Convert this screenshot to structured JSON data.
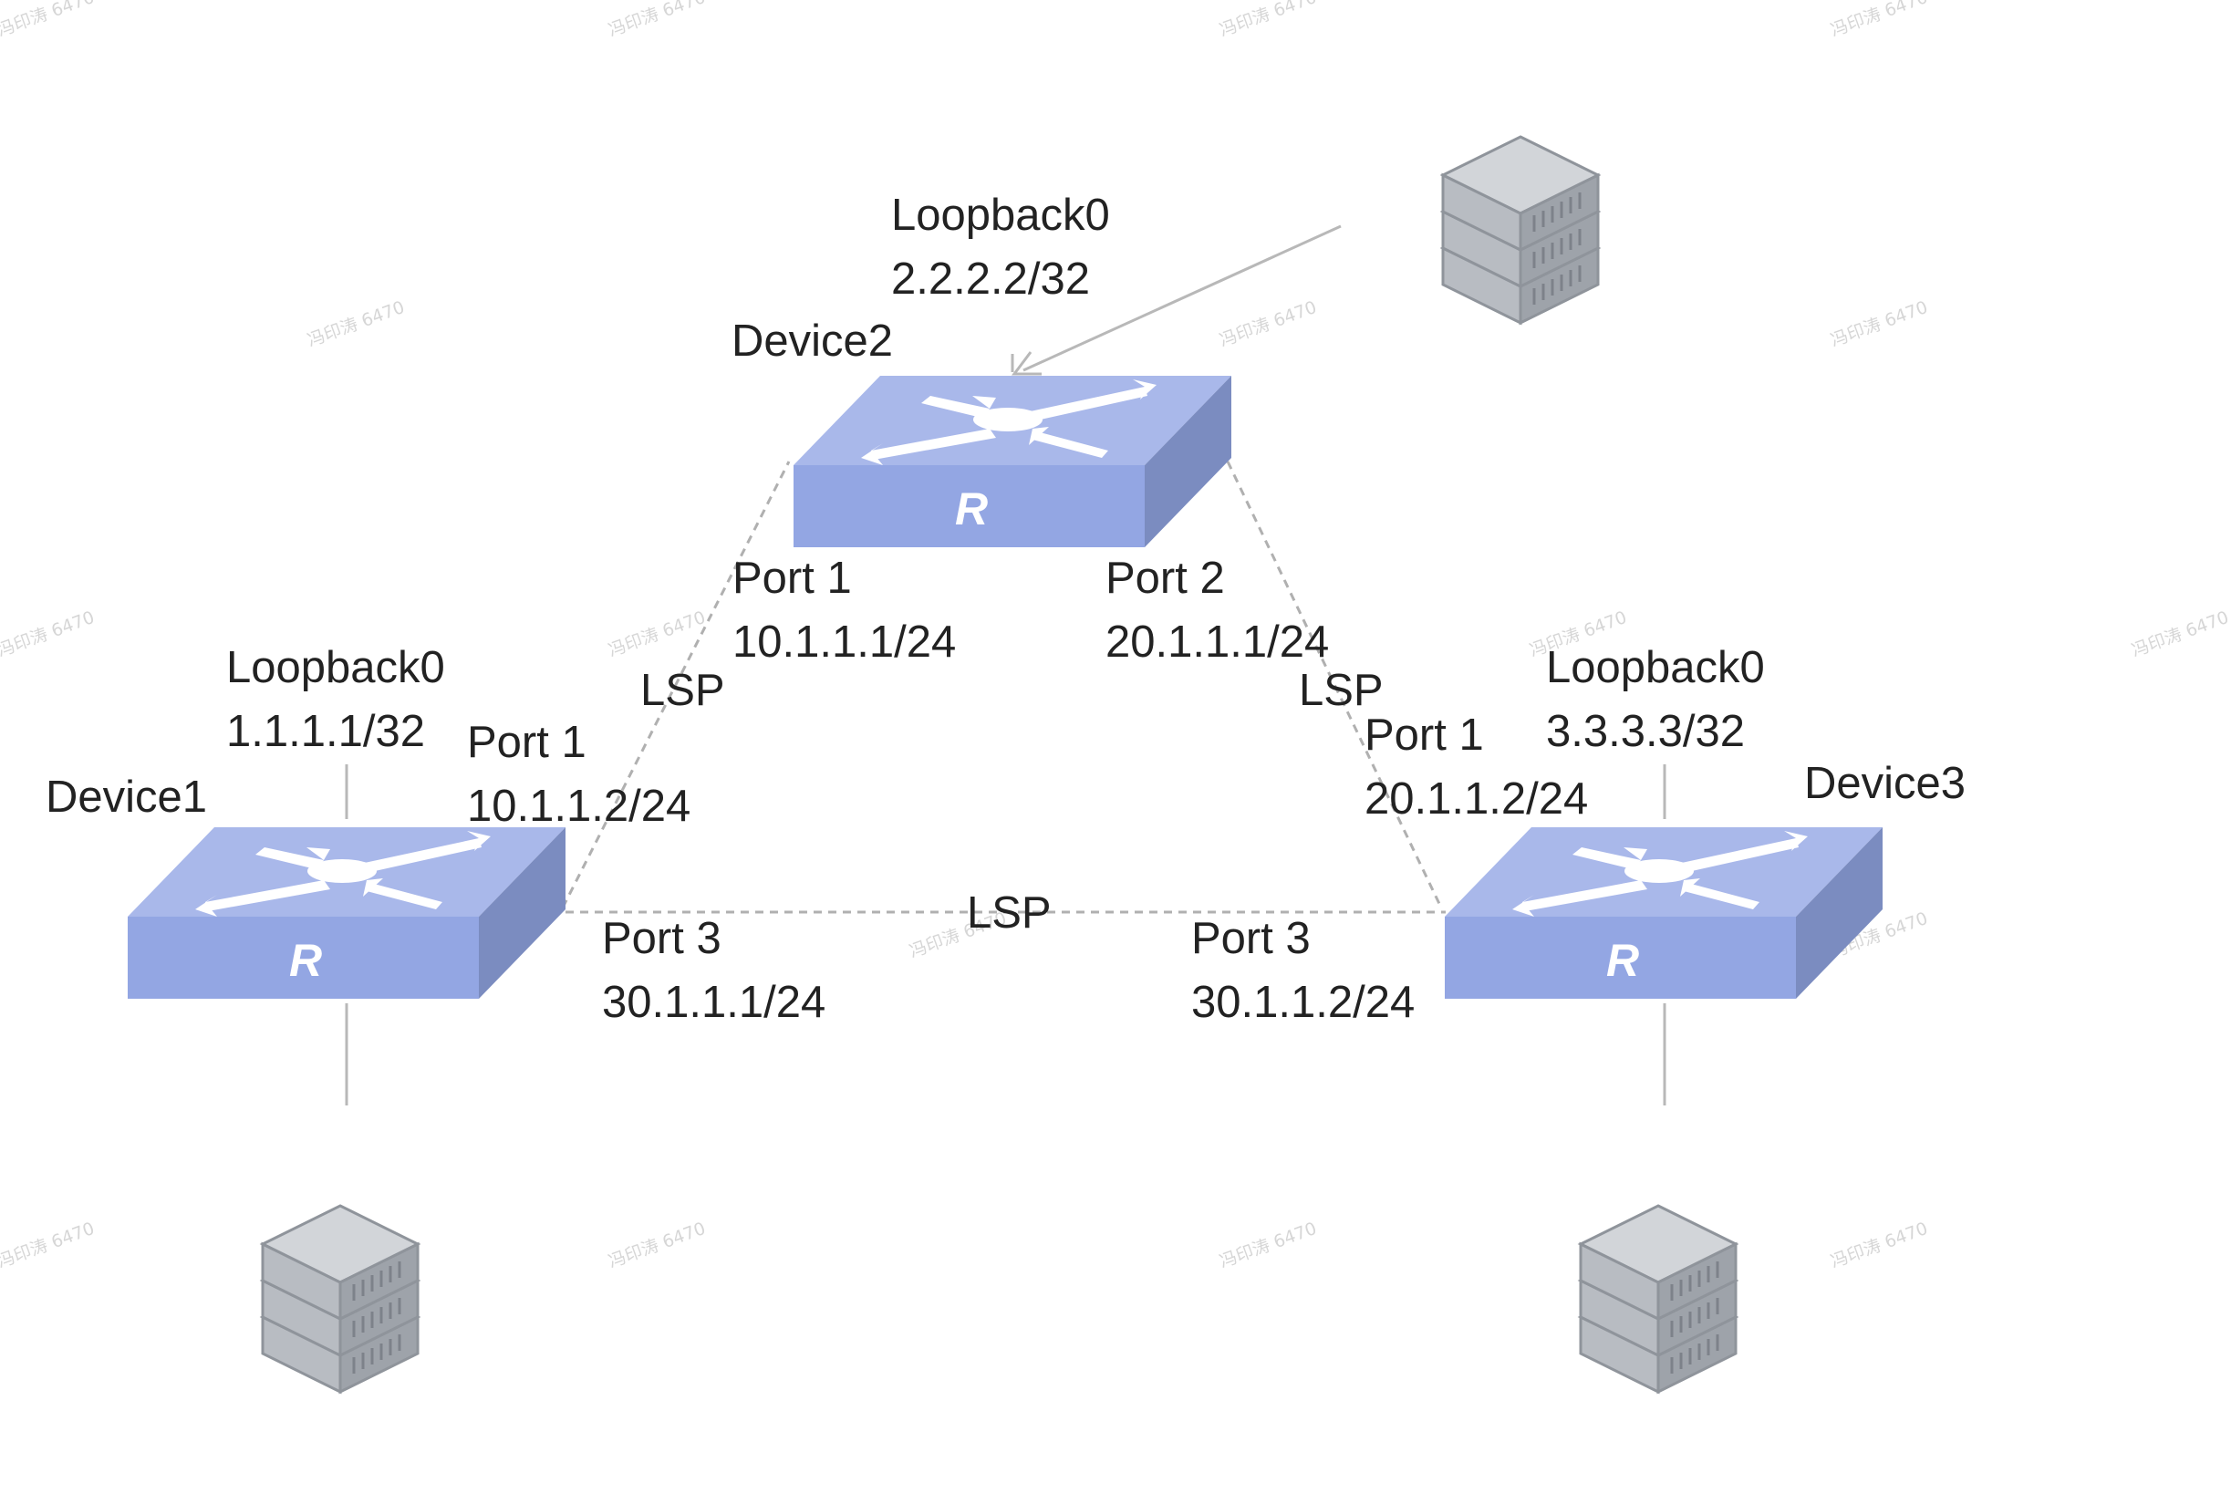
{
  "colors": {
    "background": "#ffffff",
    "text": "#222222",
    "router_top": "#a9b8ea",
    "router_front": "#93a6e3",
    "router_side": "#7b8cc0",
    "server_top": "#d2d5d9",
    "server_front": "#b8bcc2",
    "server_side": "#9ea3aa",
    "link_dashed": "#b0b0b0",
    "link_solid": "#b8b8b8"
  },
  "icons": {
    "router": "router-icon",
    "server": "server-stack-icon"
  },
  "router_badge": "R",
  "lsp_label": "LSP",
  "watermark": "冯印涛 6470",
  "devices": {
    "device1": {
      "name": "Device1",
      "loopback_label": "Loopback0",
      "loopback_ip": "1.1.1.1/32",
      "port1": {
        "label": "Port 1",
        "ip": "10.1.1.2/24"
      },
      "port3": {
        "label": "Port 3",
        "ip": "30.1.1.1/24"
      }
    },
    "device2": {
      "name": "Device2",
      "loopback_label": "Loopback0",
      "loopback_ip": "2.2.2.2/32",
      "port1": {
        "label": "Port 1",
        "ip": "10.1.1.1/24"
      },
      "port2": {
        "label": "Port 2",
        "ip": "20.1.1.1/24"
      }
    },
    "device3": {
      "name": "Device3",
      "loopback_label": "Loopback0",
      "loopback_ip": "3.3.3.3/32",
      "port1": {
        "label": "Port 1",
        "ip": "20.1.1.2/24"
      },
      "port3": {
        "label": "Port 3",
        "ip": "30.1.1.2/24"
      }
    }
  }
}
